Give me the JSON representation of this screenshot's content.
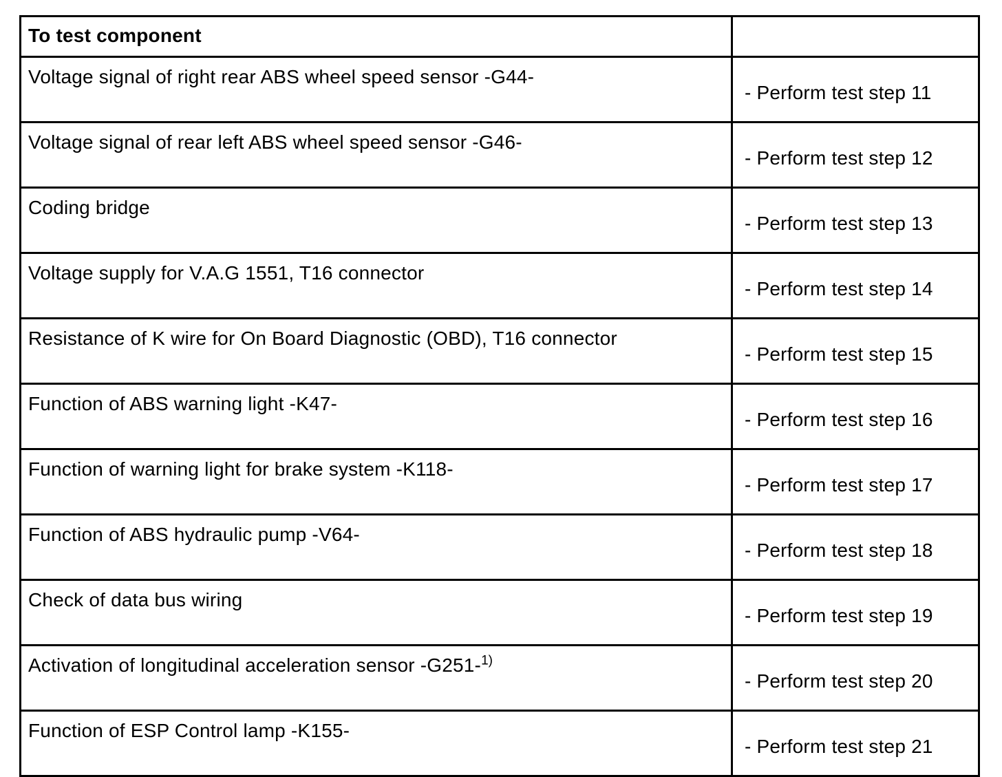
{
  "table": {
    "header": {
      "component": "To test component",
      "action": ""
    },
    "rows": [
      {
        "component": "Voltage signal of right rear ABS wheel speed sensor -G44-",
        "action": "- Perform test step 11"
      },
      {
        "component": "Voltage signal of rear left ABS wheel speed sensor -G46-",
        "action": "- Perform test step 12"
      },
      {
        "component": "Coding bridge",
        "action": "- Perform test step 13"
      },
      {
        "component": "Voltage supply for V.A.G 1551, T16 connector",
        "action": "- Perform test step 14"
      },
      {
        "component": "Resistance of K wire for On Board Diagnostic (OBD), T16 connector",
        "action": "- Perform test step 15"
      },
      {
        "component": "Function of ABS warning light -K47-",
        "action": "- Perform test step 16"
      },
      {
        "component": "Function of warning light for brake system -K118-",
        "action": "- Perform test step 17"
      },
      {
        "component": "Function of ABS hydraulic pump -V64-",
        "action": "- Perform test step 18"
      },
      {
        "component": "Check of data bus wiring",
        "action": "- Perform test step 19"
      },
      {
        "component": "Activation of longitudinal acceleration sensor -G251-",
        "footnote": "1)",
        "action": "- Perform test step 20"
      },
      {
        "component": "Function of ESP Control lamp -K155-",
        "action": "- Perform test step 21"
      }
    ],
    "colors": {
      "border": "#000000",
      "text": "#000000",
      "background": "#ffffff"
    }
  }
}
